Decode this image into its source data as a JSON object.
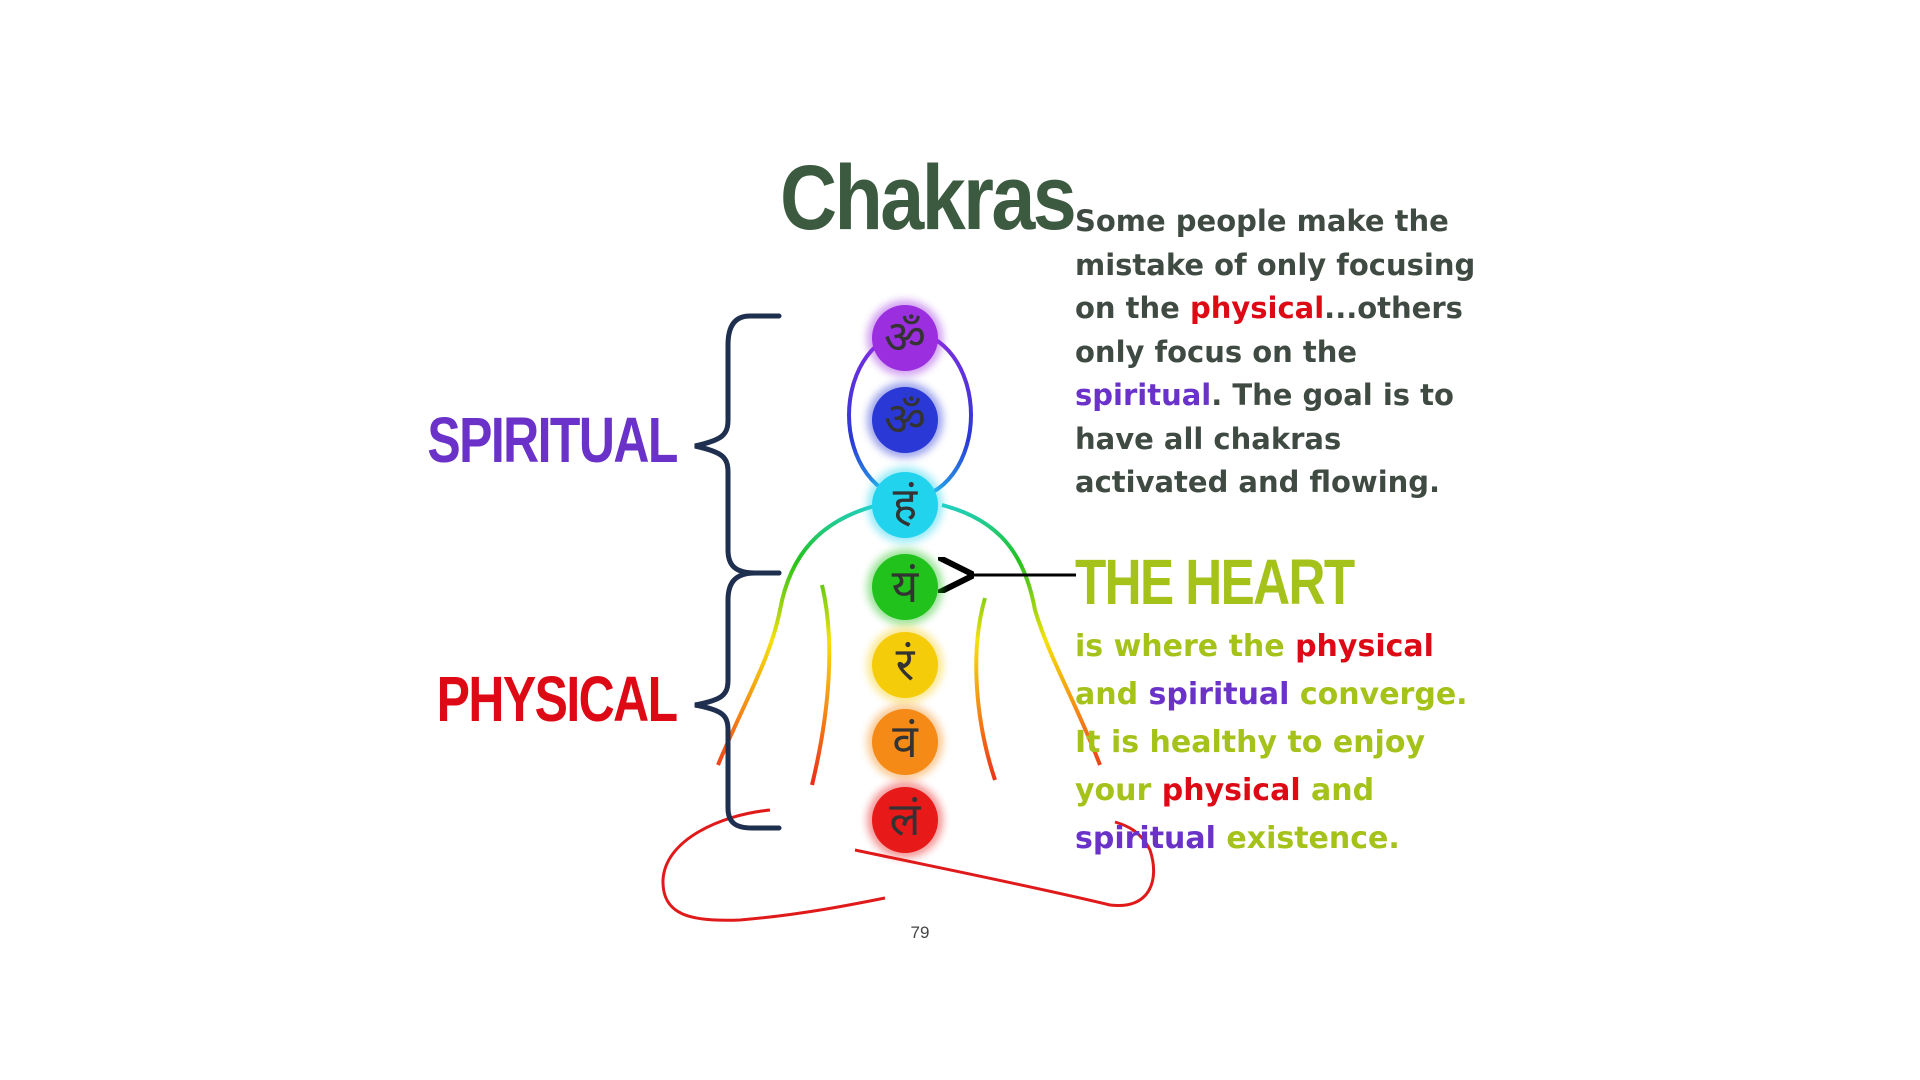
{
  "title": "Chakras",
  "labels": {
    "spiritual": "SPIRITUAL",
    "physical": "PHYSICAL"
  },
  "intro": {
    "part1": "Some people make the mistake of only focusing on the ",
    "physical": "physical",
    "part2": "...others only focus on the ",
    "spiritual": "spiritual",
    "part3": ". The goal is to have all chakras activated and flowing."
  },
  "heart": {
    "title": "THE HEART",
    "t1": "is where the ",
    "physical1": "physical",
    "t2": " and ",
    "spiritual1": "spiritual",
    "t3": " converge. It is healthy to enjoy your ",
    "physical2": "physical",
    "t4": " and ",
    "spiritual2": "spiritual",
    "t5": " existence."
  },
  "page_number": "79",
  "chakras": [
    {
      "name": "crown",
      "symbol": "ॐ",
      "color": "#9b2fe0"
    },
    {
      "name": "third-eye",
      "symbol": "ॐ",
      "color": "#2a39d6"
    },
    {
      "name": "throat",
      "symbol": "हं",
      "color": "#22d3ee"
    },
    {
      "name": "heart",
      "symbol": "यं",
      "color": "#22c21c"
    },
    {
      "name": "solar-plexus",
      "symbol": "रं",
      "color": "#f5cc0a"
    },
    {
      "name": "sacral",
      "symbol": "वं",
      "color": "#f58a17"
    },
    {
      "name": "root",
      "symbol": "लं",
      "color": "#e81919"
    }
  ],
  "colors": {
    "title": "#3c5a40",
    "spiritual": "#6a32c9",
    "physical": "#dd0a16",
    "heart": "#a4c21a",
    "bracket": "#1f2f4f",
    "body_text": "#3f4a43"
  }
}
